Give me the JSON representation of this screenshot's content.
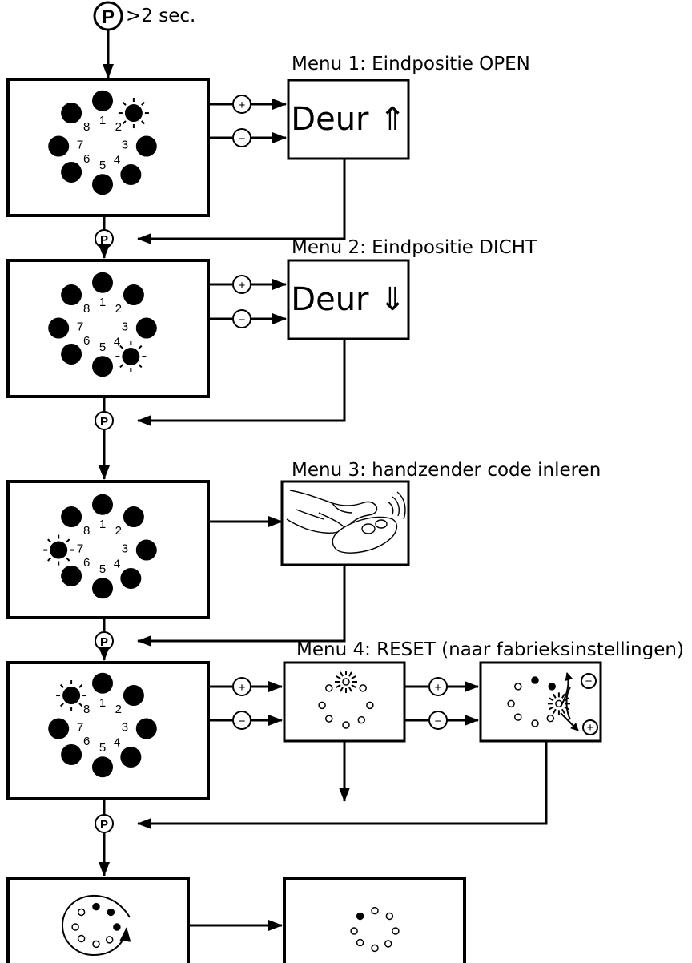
{
  "start": {
    "button": "P",
    "duration": ">2 sec."
  },
  "menus": [
    {
      "title": "Menu 1: Eindpositie OPEN",
      "result": "Deur ⇑",
      "active_led": 2
    },
    {
      "title": "Menu 2: Eindpositie DICHT",
      "result": "Deur ⇓",
      "active_led": 4
    },
    {
      "title": "Menu 3: handzender code inleren",
      "result_icon": "remote-control-hand-icon",
      "active_led": 7
    },
    {
      "title": "Menu 4: RESET (naar fabrieksinstellingen)",
      "active_led": 8
    }
  ],
  "led_numbers": [
    "1",
    "2",
    "3",
    "4",
    "5",
    "6",
    "7",
    "8"
  ],
  "plus": "+",
  "minus": "−",
  "step_button": "P"
}
